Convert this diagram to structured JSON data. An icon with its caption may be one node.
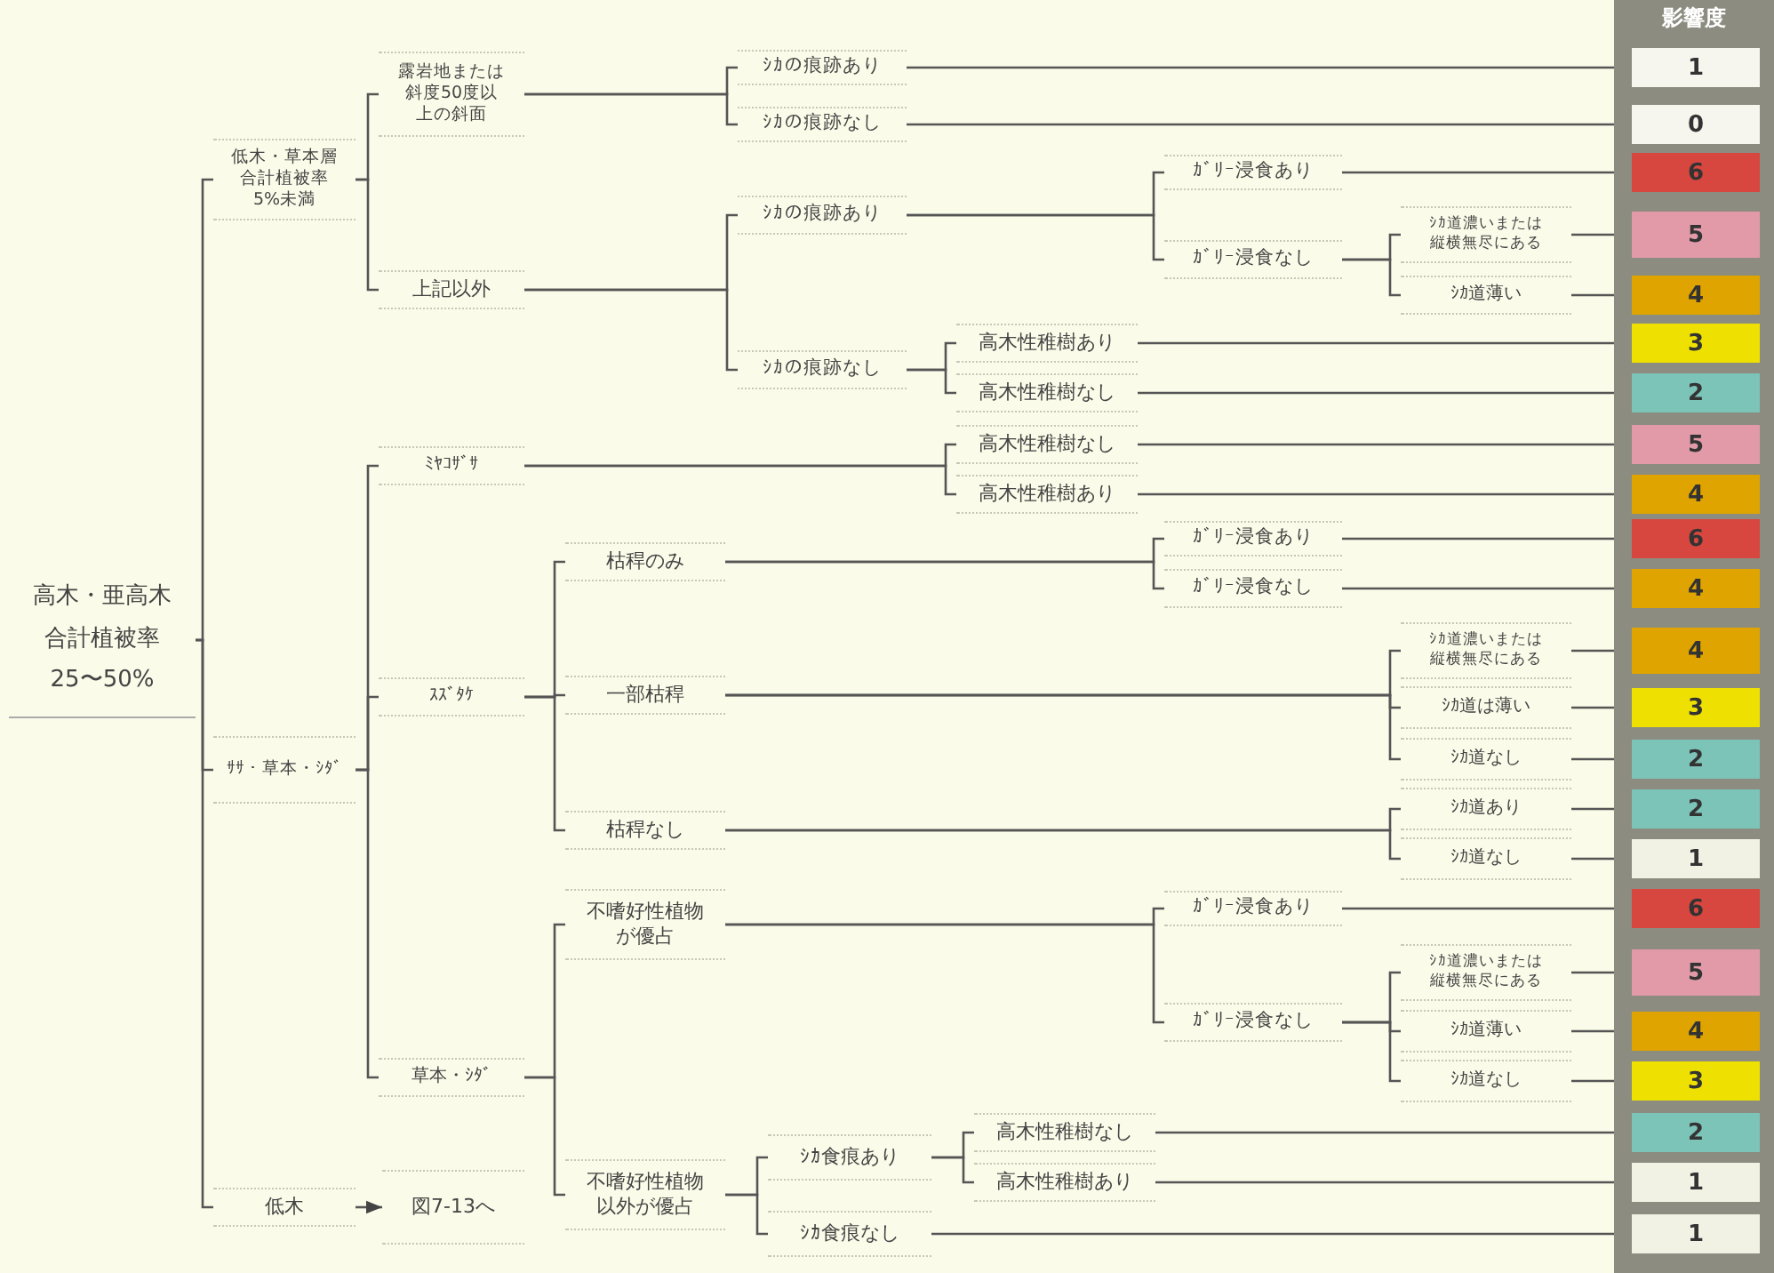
{
  "diagram": {
    "nodes": [
      {
        "text": [
          "高木・亜高木合計植被率25〜50%"
        ]
      },
      {
        "text": [
          "低木・草本層合計植被率5%未満"
        ]
      },
      {
        "text": [
          "ｻｻ・草本・ｼﾀﾞ"
        ]
      },
      {
        "text": [
          "低木"
        ]
      },
      {
        "text": [
          "露岩地または斜度50度以上の斜面"
        ]
      },
      {
        "text": [
          "上記以外"
        ]
      },
      {
        "text": [
          "ﾐﾔｺｻﾞｻ"
        ]
      },
      {
        "text": [
          "ｽｽﾞﾀｹ"
        ]
      },
      {
        "text": [
          "草本・ｼﾀﾞ"
        ]
      },
      {
        "text": [
          "図7-13へ"
        ]
      },
      {
        "text": [
          "枯稈のみ"
        ]
      },
      {
        "text": [
          "一部枯稈"
        ]
      },
      {
        "text": [
          "枯稈なし"
        ]
      },
      {
        "text": [
          "不嗜好性植物が優占"
        ]
      },
      {
        "text": [
          "不嗜好性植物以外が優占"
        ]
      },
      {
        "text": [
          "ｼｶの痕跡あり"
        ]
      },
      {
        "text": [
          "ｼｶの痕跡なし"
        ]
      },
      {
        "text": [
          "ｼｶの痕跡あり"
        ]
      },
      {
        "text": [
          "ｼｶの痕跡なし"
        ]
      },
      {
        "text": [
          "ｶﾞﾘｰ浸食あり"
        ]
      },
      {
        "text": [
          "ｶﾞﾘｰ浸食なし"
        ]
      },
      {
        "text": [
          "ｼｶ道濃いまたは縦横無尽にある"
        ]
      },
      {
        "text": [
          "ｼｶ道薄い"
        ]
      },
      {
        "text": [
          "高木性稚樹あり"
        ]
      },
      {
        "text": [
          "高木性稚樹なし"
        ]
      },
      {
        "text": [
          "高木性稚樹なし"
        ]
      },
      {
        "text": [
          "高木性稚樹あり"
        ]
      },
      {
        "text": [
          "ｶﾞﾘｰ浸食あり"
        ]
      },
      {
        "text": [
          "ｶﾞﾘｰ浸食なし"
        ]
      },
      {
        "text": [
          "ｼｶ道濃いまたは縦横無尽にある"
        ]
      },
      {
        "text": [
          "ｼｶ道は薄い"
        ]
      },
      {
        "text": [
          "ｼｶ道なし"
        ]
      },
      {
        "text": [
          "ｼｶ道あり"
        ]
      },
      {
        "text": [
          "ｼｶ道なし"
        ]
      },
      {
        "text": [
          "ｶﾞﾘｰ浸食あり"
        ]
      },
      {
        "text": [
          "ｶﾞﾘｰ浸食なし"
        ]
      },
      {
        "text": [
          "ｼｶ道濃いまたは縦横無尽にある"
        ]
      },
      {
        "text": [
          "ｼｶ道薄い"
        ]
      },
      {
        "text": [
          "ｼｶ道なし"
        ]
      },
      {
        "text": [
          "ｼｶ食痕あり"
        ]
      },
      {
        "text": [
          "ｼｶ食痕なし"
        ]
      },
      {
        "text": [
          "高木性稚樹なし"
        ]
      },
      {
        "text": [
          "高木性稚樹あり"
        ]
      },
      {
        "text": [
          "影響度"
        ]
      },
      {
        "text": [
          "1"
        ],
        "in": 43
      },
      {
        "text": [
          "0"
        ],
        "in": 43
      },
      {
        "text": [
          "6"
        ],
        "in": 43
      },
      {
        "text": [
          "5"
        ],
        "in": 43
      },
      {
        "text": [
          "4"
        ],
        "in": 43
      },
      {
        "text": [
          "3"
        ],
        "in": 43
      },
      {
        "text": [
          "2"
        ],
        "in": 43
      },
      {
        "text": [
          "5"
        ],
        "in": 43
      },
      {
        "text": [
          "4"
        ],
        "in": 43
      },
      {
        "text": [
          "6"
        ],
        "in": 43
      },
      {
        "text": [
          "4"
        ],
        "in": 43
      },
      {
        "text": [
          "4"
        ],
        "in": 43
      },
      {
        "text": [
          "3"
        ],
        "in": 43
      },
      {
        "text": [
          "2"
        ],
        "in": 43
      },
      {
        "text": [
          "2"
        ],
        "in": 43
      },
      {
        "text": [
          "1"
        ],
        "in": 43
      },
      {
        "text": [
          "6"
        ],
        "in": 43
      },
      {
        "text": [
          "5"
        ],
        "in": 43
      },
      {
        "text": [
          "4"
        ],
        "in": 43
      },
      {
        "text": [
          "3"
        ],
        "in": 43
      },
      {
        "text": [
          "2"
        ],
        "in": 43
      },
      {
        "text": [
          "1"
        ],
        "in": 43
      },
      {
        "text": [
          "1"
        ],
        "in": 43
      }
    ],
    "edges": [
      {
        "from": 0,
        "to": 1,
        "arrow": "none"
      },
      {
        "from": 0,
        "to": 2,
        "arrow": "none"
      },
      {
        "from": 0,
        "to": 3,
        "arrow": "none"
      },
      {
        "from": 1,
        "to": 4,
        "arrow": "none"
      },
      {
        "from": 1,
        "to": 5,
        "arrow": "none"
      },
      {
        "from": 2,
        "to": 6,
        "arrow": "none"
      },
      {
        "from": 2,
        "to": 7,
        "arrow": "none"
      },
      {
        "from": 2,
        "to": 8,
        "arrow": "none"
      },
      {
        "from": 3,
        "to": 9,
        "arrow": "to"
      },
      {
        "from": 4,
        "to": 15,
        "arrow": "none"
      },
      {
        "from": 4,
        "to": 16,
        "arrow": "none"
      },
      {
        "from": 5,
        "to": 17,
        "arrow": "none"
      },
      {
        "from": 5,
        "to": 18,
        "arrow": "none"
      },
      {
        "from": 17,
        "to": 19,
        "arrow": "none"
      },
      {
        "from": 17,
        "to": 20,
        "arrow": "none"
      },
      {
        "from": 20,
        "to": 21,
        "arrow": "none"
      },
      {
        "from": 20,
        "to": 22,
        "arrow": "none"
      },
      {
        "from": 18,
        "to": 23,
        "arrow": "none"
      },
      {
        "from": 18,
        "to": 24,
        "arrow": "none"
      },
      {
        "from": 6,
        "to": 25,
        "arrow": "none"
      },
      {
        "from": 6,
        "to": 26,
        "arrow": "none"
      },
      {
        "from": 7,
        "to": 10,
        "arrow": "none"
      },
      {
        "from": 7,
        "to": 11,
        "arrow": "none"
      },
      {
        "from": 7,
        "to": 12,
        "arrow": "none"
      },
      {
        "from": 10,
        "to": 27,
        "arrow": "none"
      },
      {
        "from": 10,
        "to": 28,
        "arrow": "none"
      },
      {
        "from": 11,
        "to": 29,
        "arrow": "none"
      },
      {
        "from": 11,
        "to": 30,
        "arrow": "none"
      },
      {
        "from": 11,
        "to": 31,
        "arrow": "none"
      },
      {
        "from": 12,
        "to": 32,
        "arrow": "none"
      },
      {
        "from": 12,
        "to": 33,
        "arrow": "none"
      },
      {
        "from": 8,
        "to": 13,
        "arrow": "none"
      },
      {
        "from": 8,
        "to": 14,
        "arrow": "none"
      },
      {
        "from": 13,
        "to": 34,
        "arrow": "none"
      },
      {
        "from": 13,
        "to": 35,
        "arrow": "none"
      },
      {
        "from": 35,
        "to": 36,
        "arrow": "none"
      },
      {
        "from": 35,
        "to": 37,
        "arrow": "none"
      },
      {
        "from": 35,
        "to": 38,
        "arrow": "none"
      },
      {
        "from": 14,
        "to": 39,
        "arrow": "none"
      },
      {
        "from": 14,
        "to": 40,
        "arrow": "none"
      },
      {
        "from": 39,
        "to": 41,
        "arrow": "none"
      },
      {
        "from": 39,
        "to": 42,
        "arrow": "none"
      },
      {
        "from": 15,
        "to": 44,
        "arrow": "none"
      },
      {
        "from": 16,
        "to": 45,
        "arrow": "none"
      },
      {
        "from": 19,
        "to": 46,
        "arrow": "none"
      },
      {
        "from": 21,
        "to": 47,
        "arrow": "none"
      },
      {
        "from": 22,
        "to": 48,
        "arrow": "none"
      },
      {
        "from": 23,
        "to": 49,
        "arrow": "none"
      },
      {
        "from": 24,
        "to": 50,
        "arrow": "none"
      },
      {
        "from": 25,
        "to": 51,
        "arrow": "none"
      },
      {
        "from": 26,
        "to": 52,
        "arrow": "none"
      },
      {
        "from": 27,
        "to": 53,
        "arrow": "none"
      },
      {
        "from": 28,
        "to": 54,
        "arrow": "none"
      },
      {
        "from": 29,
        "to": 55,
        "arrow": "none"
      },
      {
        "from": 30,
        "to": 56,
        "arrow": "none"
      },
      {
        "from": 31,
        "to": 57,
        "arrow": "none"
      },
      {
        "from": 32,
        "to": 58,
        "arrow": "none"
      },
      {
        "from": 33,
        "to": 59,
        "arrow": "none"
      },
      {
        "from": 34,
        "to": 60,
        "arrow": "none"
      },
      {
        "from": 36,
        "to": 61,
        "arrow": "none"
      },
      {
        "from": 37,
        "to": 62,
        "arrow": "none"
      },
      {
        "from": 38,
        "to": 63,
        "arrow": "none"
      },
      {
        "from": 41,
        "to": 64,
        "arrow": "none"
      },
      {
        "from": 42,
        "to": 65,
        "arrow": "none"
      },
      {
        "from": 40,
        "to": 66,
        "arrow": "none"
      }
    ]
  }
}
